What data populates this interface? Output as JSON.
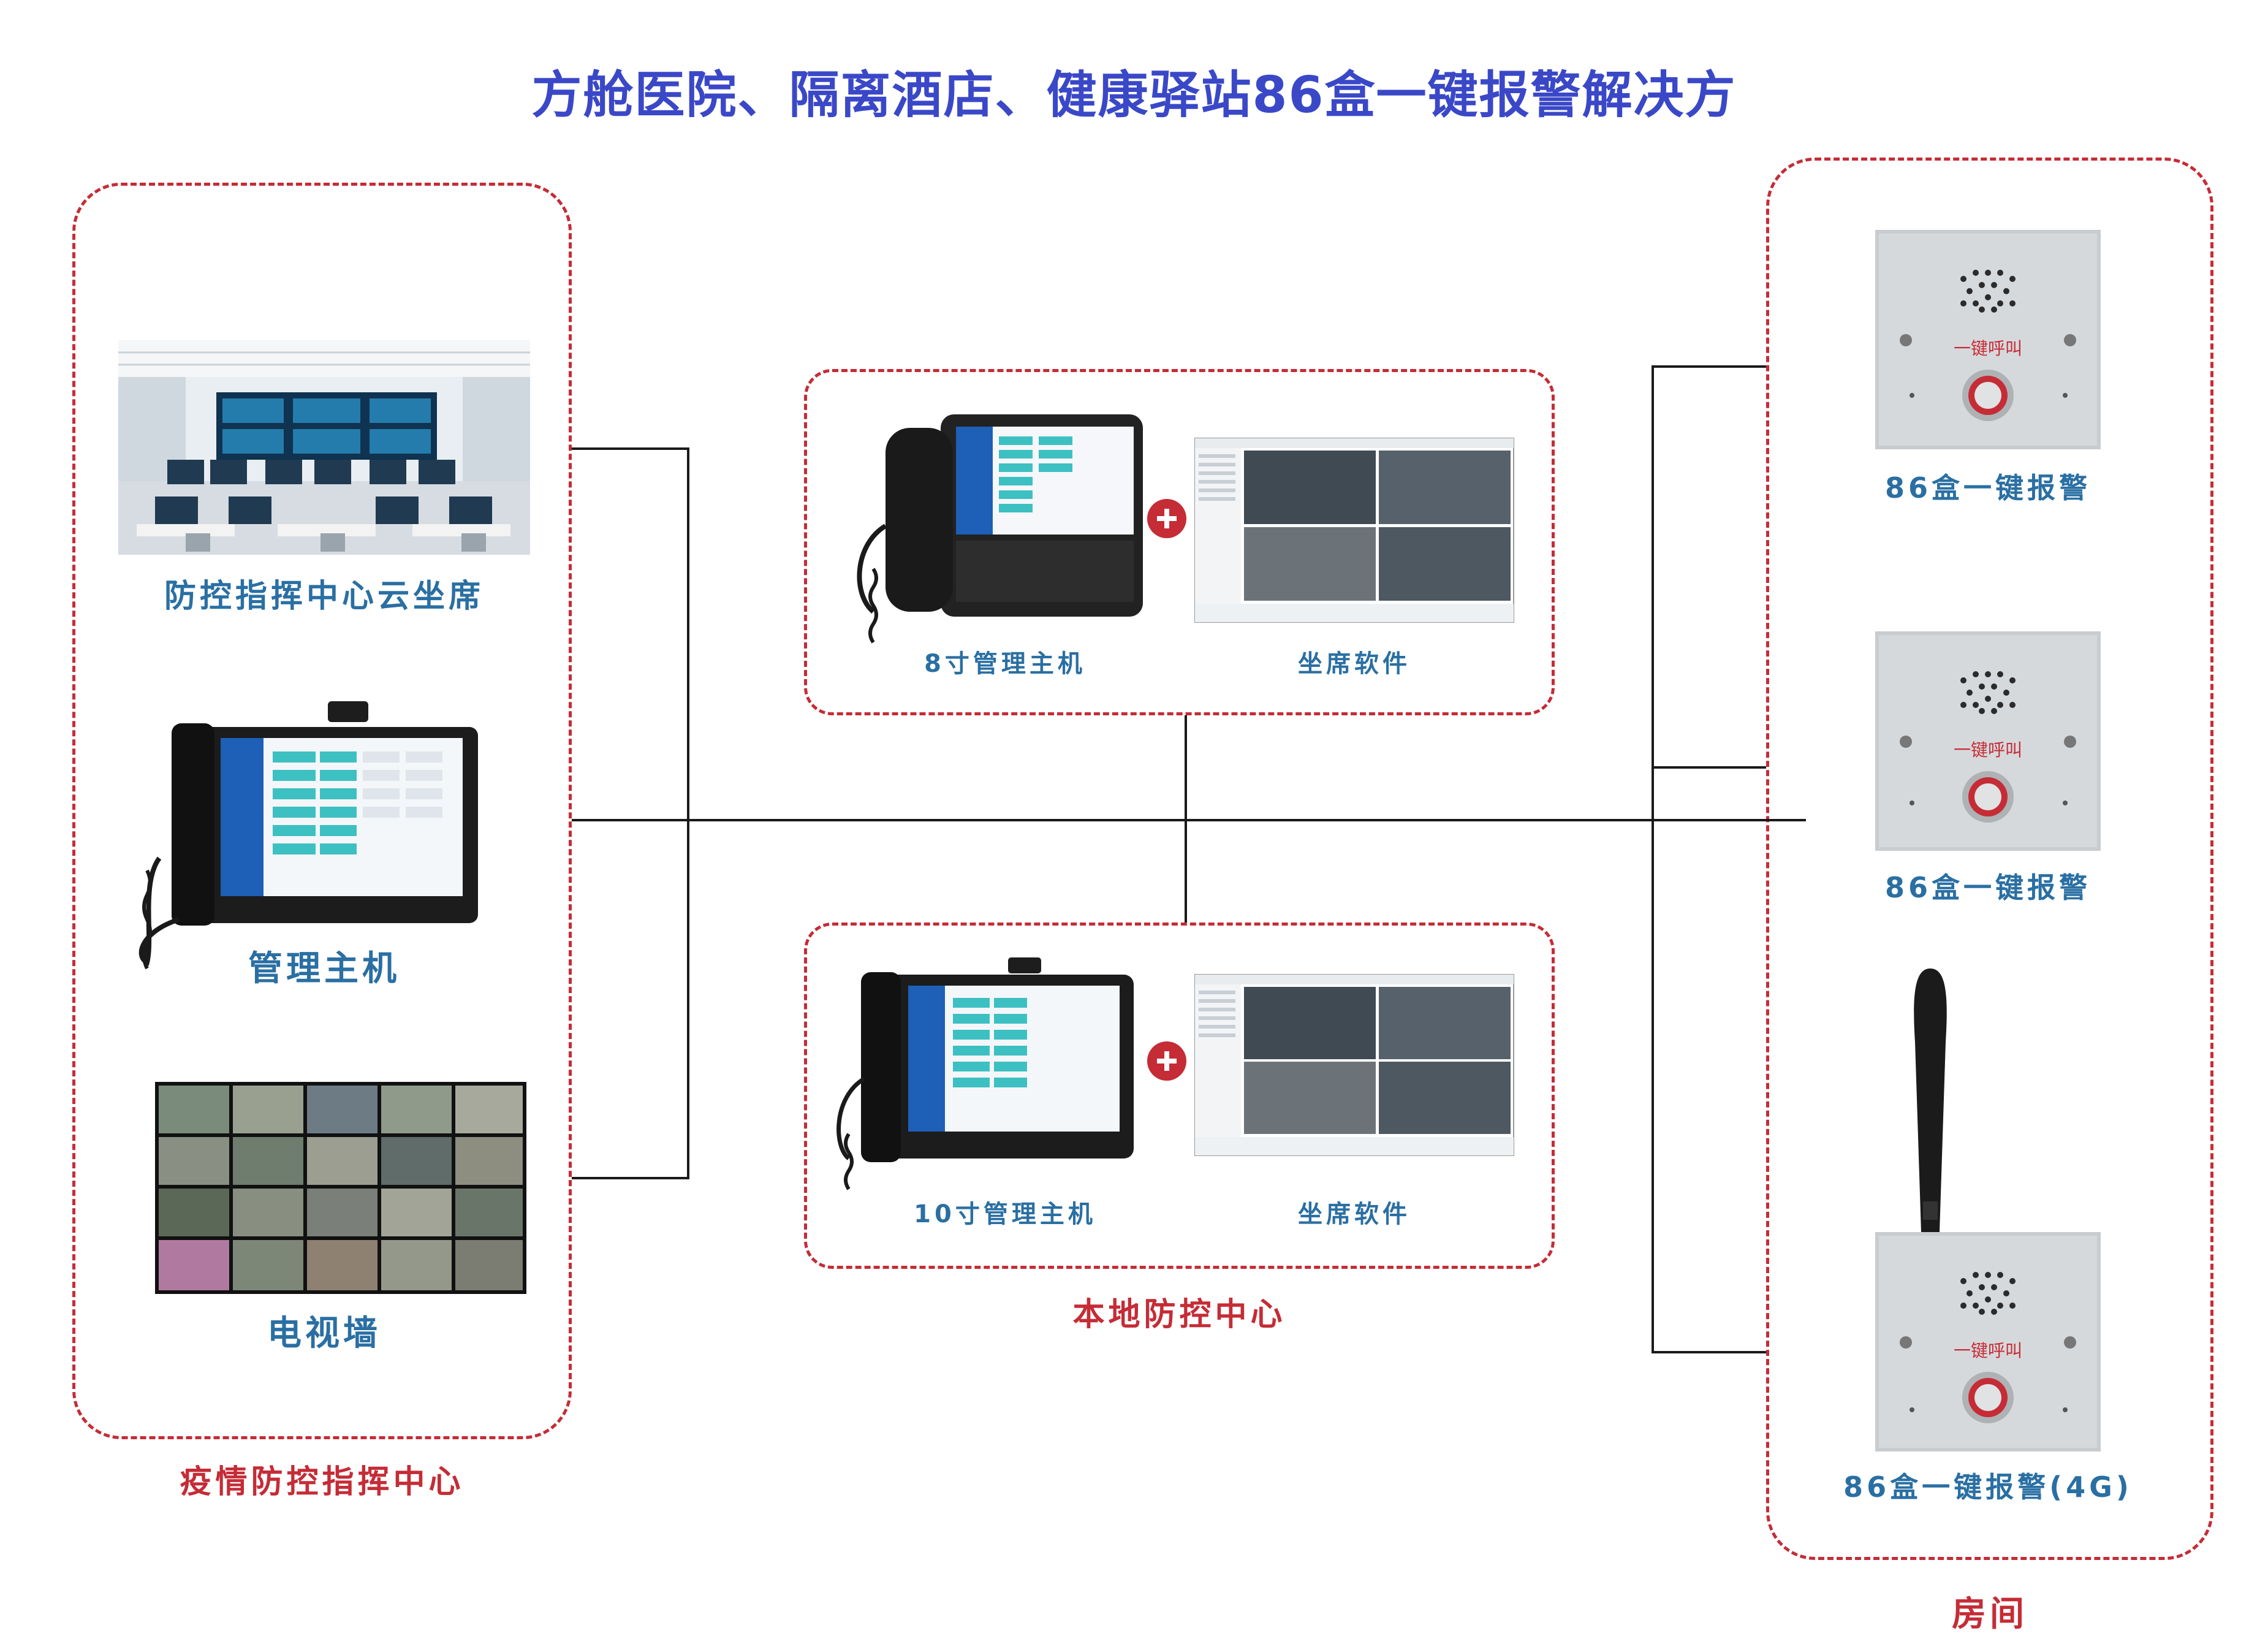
{
  "title": "方舱医院、隔离酒店、健康驿站86盒一键报警解决方",
  "groups": {
    "command_center": {
      "label": "疫情防控指挥中心",
      "items": [
        {
          "label": "防控指挥中心云坐席"
        },
        {
          "label": "管理主机"
        },
        {
          "label": "电视墙"
        }
      ]
    },
    "local_center": {
      "label": "本地防控中心",
      "rows": [
        {
          "device_label": "8寸管理主机",
          "software_label": "坐席软件"
        },
        {
          "device_label": "10寸管理主机",
          "software_label": "坐席软件"
        }
      ]
    },
    "rooms": {
      "label": "房间",
      "items": [
        {
          "label": "86盒一键报警",
          "panel_text": "一键呼叫"
        },
        {
          "label": "86盒一键报警",
          "panel_text": "一键呼叫"
        },
        {
          "label": "86盒一键报警(4G)",
          "panel_text": "一键呼叫"
        }
      ]
    }
  },
  "colors": {
    "title": "#3a48c8",
    "caption": "#2a6fa3",
    "group_border": "#c52c36",
    "connector": "#1a1a1a"
  },
  "icons": [
    "control-room-photo",
    "desk-phone-terminal",
    "video-wall",
    "plus-icon",
    "software-screenshot",
    "alarm-panel",
    "antenna"
  ]
}
